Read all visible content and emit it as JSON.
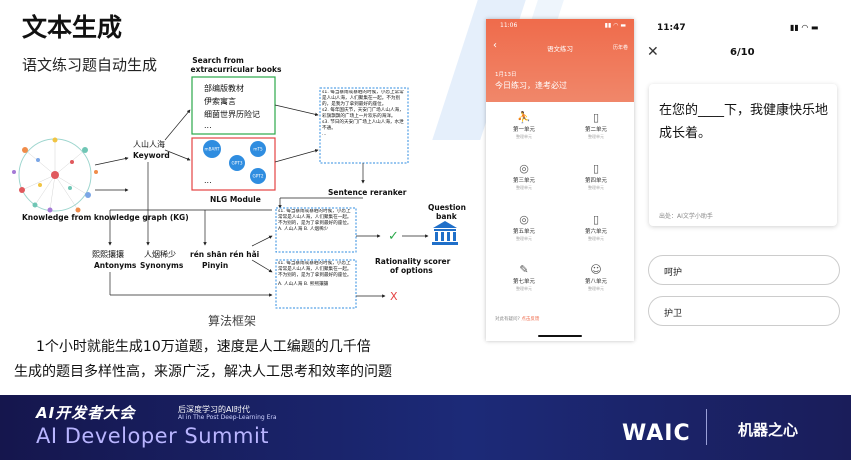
{
  "slide": {
    "title": "文本生成",
    "subtitle": "语文练习题自动生成",
    "caption": "算法框架",
    "line1": "1个小时就能生成10万道题，速度是人工编题的几千倍",
    "line2": "生成的题目多样性高，来源广泛，解决人工思考和效率的问题"
  },
  "diagram": {
    "kg_label": "Knowledge from knowledge graph (KG)",
    "keyword_cn": "人山人海",
    "keyword_en": "Keyword",
    "search_title": "Search from extracurricular books",
    "books": [
      "部编版教材",
      "伊索寓言",
      "细菌世界历险记",
      "..."
    ],
    "nlg_title": "NLG Module",
    "models": [
      "mBART",
      "GPT3",
      "mT5",
      "GPT2"
    ],
    "nlg_more": "...",
    "sentences": [
      "s1. 每当暴雨或暴晒的时候，小恐上常常是人山人海，人们聚集在一起。不为别的，是我为了拿到最好的座位。",
      "s2. 每年国庆节，天安门广场人山人海，彩旗飘飘的广场上一片欢乐的海洋。",
      "s3. 节日的天安门广场上人山人海，水泄不通。",
      "..."
    ],
    "reranker": "Sentence reranker",
    "q1_text": "s1. 每当暴雨或暴晒的时候，小恐上常常是人山人海，人们聚集在一起。不为别的，是为了拿到最好的座位。",
    "q1_options": "A. 人山人海  B. 人烟稀少",
    "q2_text": "s1. 每当暴雨或暴晒的时候，小恐上常常是人山人海，人们聚集在一起。不为别的，是为了拿到最好的座位。",
    "q2_options": "A. 人山人海  B. 熙熙攘攘",
    "antonyms_cn": "熙熙攘攘",
    "antonyms_en": "Antonyms",
    "synonyms_cn": "人烟稀少",
    "synonyms_en": "Synonyms",
    "pinyin_cn": "rén shān rén hǎi",
    "pinyin_en": "Pinyin",
    "scorer": "Rationality scorer of options",
    "bank": "Question bank",
    "check": "✓",
    "cross": "X"
  },
  "phone1": {
    "time": "11:06",
    "header": "语文练习",
    "right_label": "历年卷",
    "date": "1月13日",
    "motto": "今日练习，逢考必过",
    "units": [
      {
        "name": "第一单元",
        "sub": "整理单元",
        "icon": "person-arms-icon"
      },
      {
        "name": "第二单元",
        "sub": "整理单元",
        "icon": "book-icon"
      },
      {
        "name": "第三单元",
        "sub": "整理单元",
        "icon": "glasses-icon"
      },
      {
        "name": "第四单元",
        "sub": "整理单元",
        "icon": "book-icon"
      },
      {
        "name": "第五单元",
        "sub": "整理单元",
        "icon": "glasses-icon"
      },
      {
        "name": "第六单元",
        "sub": "整理单元",
        "icon": "book-icon"
      },
      {
        "name": "第七单元",
        "sub": "整理单元",
        "icon": "brush-icon"
      },
      {
        "name": "第八单元",
        "sub": "整理单元",
        "icon": "person-icon"
      }
    ],
    "footer_text": "对此有疑问?",
    "footer_link": "点击反馈"
  },
  "phone2": {
    "time": "11:47",
    "status": "▮▮ ◠ ▬",
    "progress": "6/10",
    "question": "在您的____下，我健康快乐地成长着。",
    "source": "出处：AI文学小助手",
    "options": [
      "呵护",
      "护卫"
    ]
  },
  "footer": {
    "cn": "AI开发者大会",
    "tagline_cn": "后深度学习的AI时代",
    "tagline_en": "AI in The Post Deep-Learning Era",
    "en": "AI Developer Summit",
    "waic": "WAIC",
    "brand": "机器之心"
  }
}
